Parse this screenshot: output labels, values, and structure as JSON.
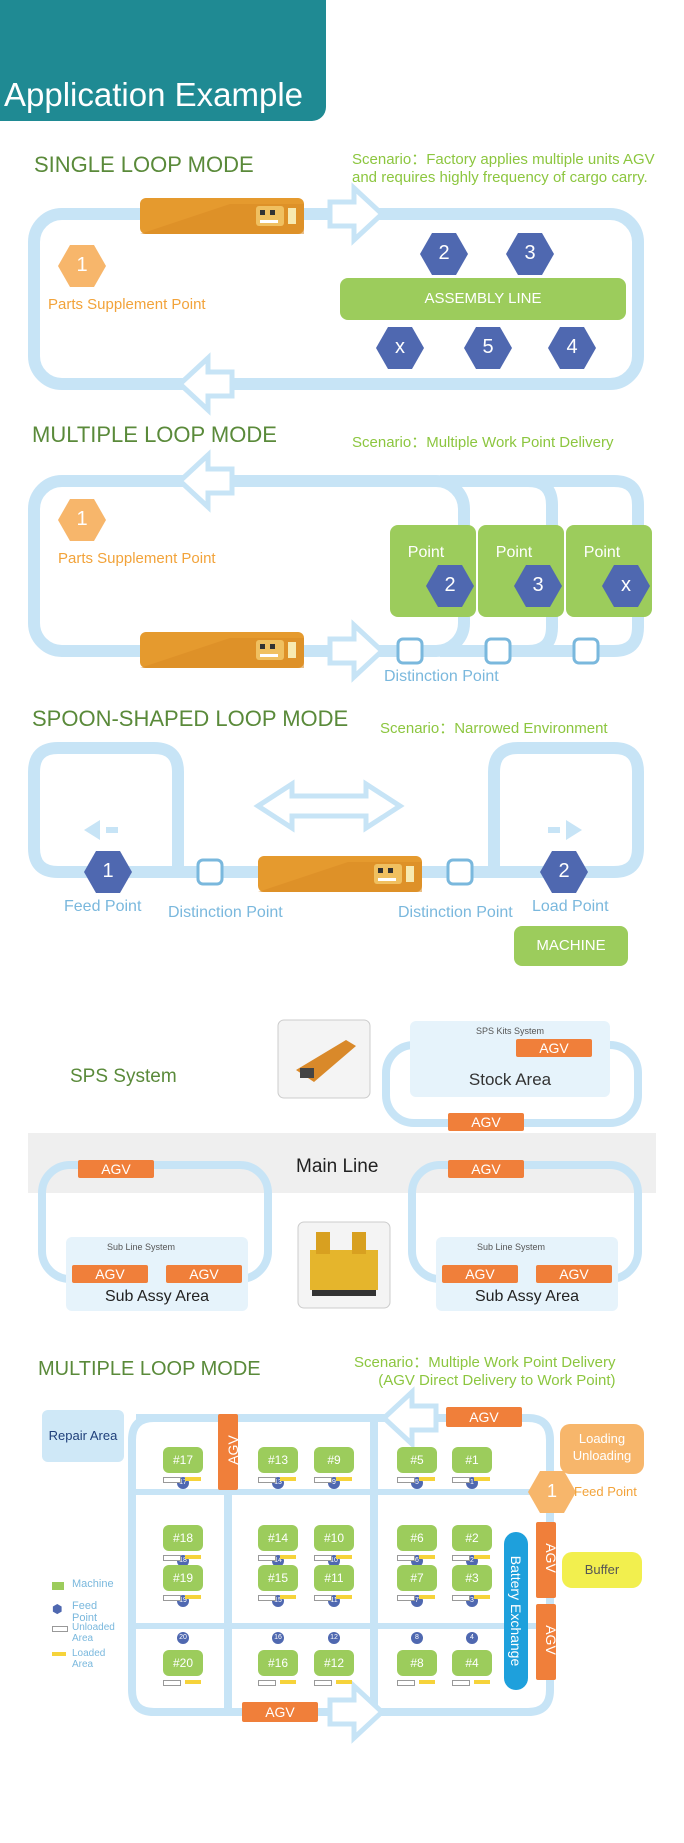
{
  "header": {
    "title": "Application Example"
  },
  "single_loop": {
    "title": "SINGLE LOOP MODE",
    "scenario": "Scenario：Factory applies multiple units AGV\nand requires highly frequency of cargo carry.",
    "parts_point_label": "Parts Supplement Point",
    "parts_point_number": "1",
    "assembly_line": "ASSEMBLY LINE",
    "stations": [
      "2",
      "3",
      "x",
      "5",
      "4"
    ]
  },
  "multiple_loop": {
    "title": "MULTIPLE LOOP MODE",
    "scenario": "Scenario：Multiple Work Point Delivery",
    "parts_point_label": "Parts Supplement Point",
    "parts_point_number": "1",
    "points": [
      {
        "label": "Point",
        "number": "2"
      },
      {
        "label": "Point",
        "number": "3"
      },
      {
        "label": "Point",
        "number": "x"
      }
    ],
    "distinction_label": "Distinction Point"
  },
  "spoon_loop": {
    "title": "SPOON-SHAPED LOOP MODE",
    "scenario": "Scenario：Narrowed Environment",
    "feed_number": "1",
    "feed_label": "Feed Point",
    "load_number": "2",
    "load_label": "Load Point",
    "distinction_left": "Distinction Point",
    "distinction_right": "Distinction Point",
    "machine_label": "MACHINE"
  },
  "sps": {
    "title": "SPS System",
    "kits_system": "SPS Kits System",
    "stock_area": "Stock Area",
    "agv": "AGV",
    "main_line": "Main Line",
    "sub_line_left": "Sub Line System",
    "sub_line_right": "Sub Line System",
    "sub_assy_left": "Sub Assy Area",
    "sub_assy_right": "Sub Assy Area"
  },
  "multi_layout": {
    "title": "MULTIPLE LOOP MODE",
    "scenario": "Scenario：Multiple Work Point Delivery\n(AGV Direct Delivery to Work Point)",
    "repair_area": "Repair Area",
    "loading": "Loading\nUnloading",
    "feed_number": "1",
    "feed_point": "Feed Point",
    "buffer": "Buffer",
    "battery": "Battery Exchange",
    "agv": "AGV",
    "machines_col1": [
      "#17",
      "#18",
      "#19",
      "#20"
    ],
    "machines_col2": [
      "#13",
      "#14",
      "#15",
      "#16"
    ],
    "machines_col3": [
      "#9",
      "#10",
      "#11",
      "#12"
    ],
    "machines_col4": [
      "#5",
      "#6",
      "#7",
      "#8"
    ],
    "machines_col5": [
      "#1",
      "#2",
      "#3",
      "#4"
    ],
    "feed_col1": [
      "17",
      "18",
      "19",
      "20"
    ],
    "feed_col2": [
      "13",
      "14",
      "15",
      "16"
    ],
    "feed_col3": [
      "9",
      "10",
      "11",
      "12"
    ],
    "feed_col4": [
      "5",
      "6",
      "7",
      "8"
    ],
    "feed_col5": [
      "1",
      "2",
      "3",
      "4"
    ],
    "legend": [
      {
        "label": "Machine",
        "color": "#9ccc5c"
      },
      {
        "label": "Feed Point",
        "color": "#4f68b0"
      },
      {
        "label": "Unloaded\nArea",
        "color": "#ffffff"
      },
      {
        "label": "Loaded\nArea",
        "color": "#f6d33a"
      }
    ]
  },
  "colors": {
    "track": "#c7e4f6",
    "green": "#9ccc5c",
    "orange": "#f07f3a",
    "hex_blue": "#4f68b0",
    "hex_orange": "#f7b66b",
    "teal": "#1f8a93"
  }
}
